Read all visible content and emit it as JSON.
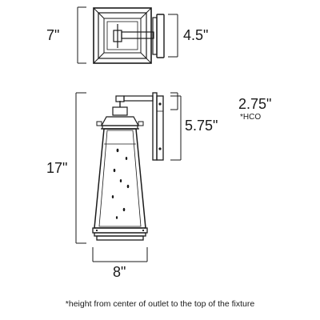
{
  "dimensions": {
    "top_view_depth": "7\"",
    "backplate_width": "4.5\"",
    "height_overall": "17\"",
    "hco": "2.75\"",
    "hco_note": "*HCO",
    "backplate_height": "5.75\"",
    "width": "8\""
  },
  "footnote": "*height from center of outlet to the top of the fixture",
  "colors": {
    "line": "#1a1a1a",
    "background": "#ffffff"
  }
}
